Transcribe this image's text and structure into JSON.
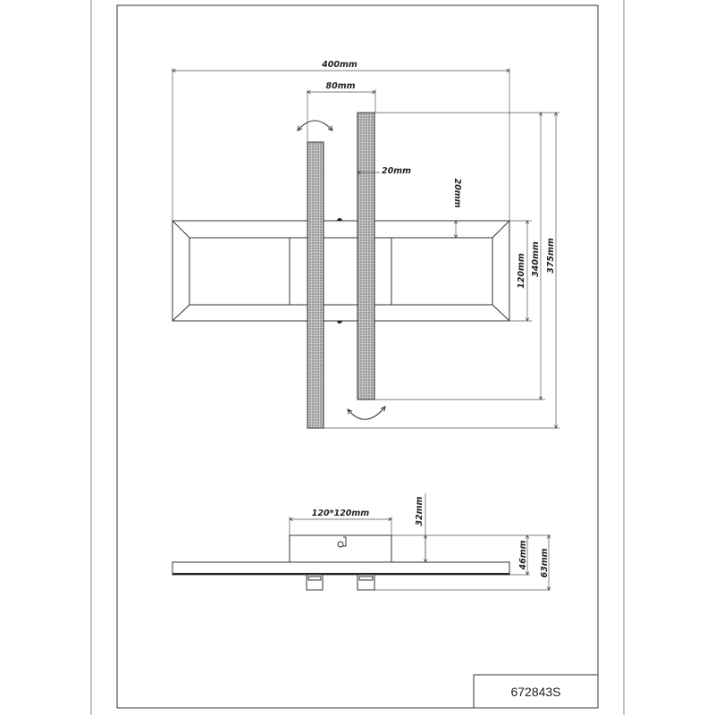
{
  "drawing": {
    "product_code": "672843S",
    "top_view": {
      "total_width": "400mm",
      "bar_spacing": "80mm",
      "bar_width": "20mm",
      "frame_border": "20mm",
      "plate_height": "120mm",
      "bar_length": "340mm",
      "total_length": "375mm"
    },
    "side_view": {
      "canopy_size": "120*120mm",
      "canopy_height": "32mm",
      "body_height": "46mm",
      "total_height": "63mm"
    }
  }
}
